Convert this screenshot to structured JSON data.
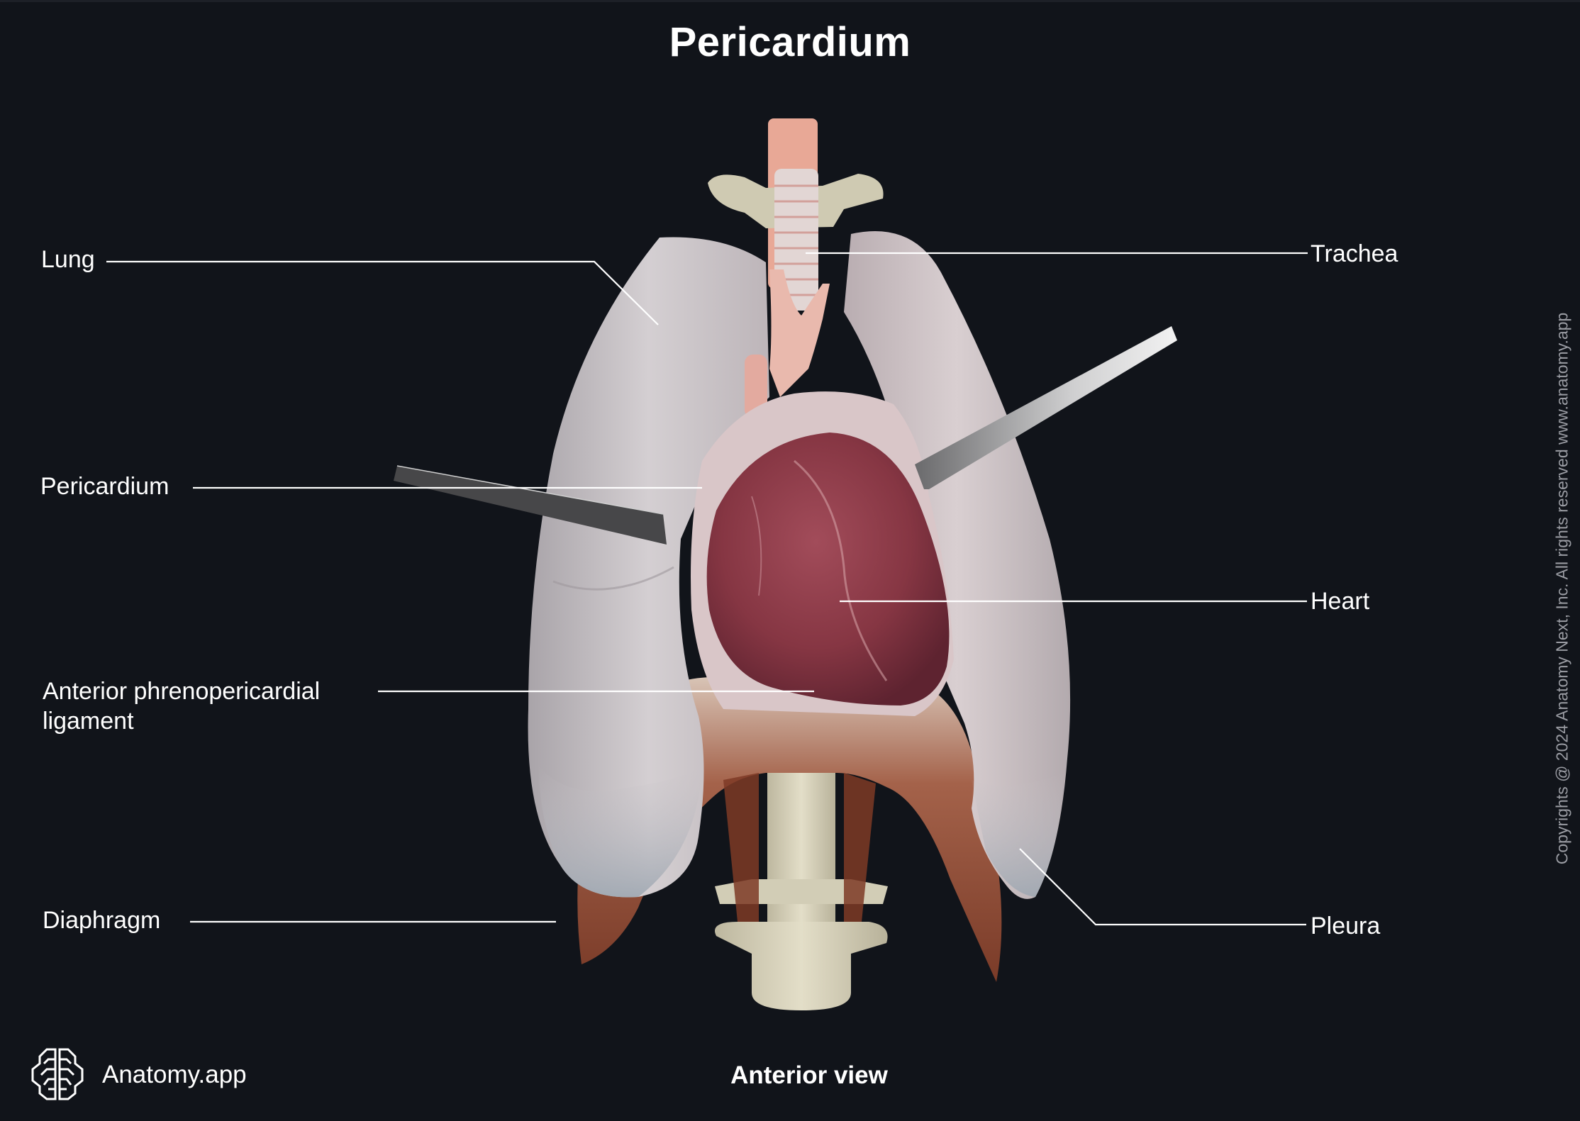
{
  "title": "Pericardium",
  "view": "Anterior view",
  "brand": {
    "name": "Anatomy.app",
    "logo_icon": "brain-logo-icon"
  },
  "copyright": "Copyrights @ 2024 Anatomy Next, Inc. All rights reserved www.anatomy.app",
  "colors": {
    "background": "#11141a",
    "text": "#ffffff",
    "leader_line": "#ffffff",
    "copyright_text": "#9a9ca3",
    "lung": "#cfc8cc",
    "heart": "#8a3a48",
    "pericardium": "#d8c6c8",
    "diaphragm": "#8c4a35",
    "trachea": "#e6d8d6",
    "esophagus": "#e8a896",
    "bone": "#d9d4bd",
    "retractor_left": "#4a4a4c",
    "retractor_right": "#d8d8d8"
  },
  "labels": {
    "lung": "Lung",
    "trachea": "Trachea",
    "pericardium": "Pericardium",
    "heart": "Heart",
    "ligament_line1": "Anterior phrenopericardial",
    "ligament_line2": "ligament",
    "diaphragm": "Diaphragm",
    "pleura": "Pleura"
  }
}
